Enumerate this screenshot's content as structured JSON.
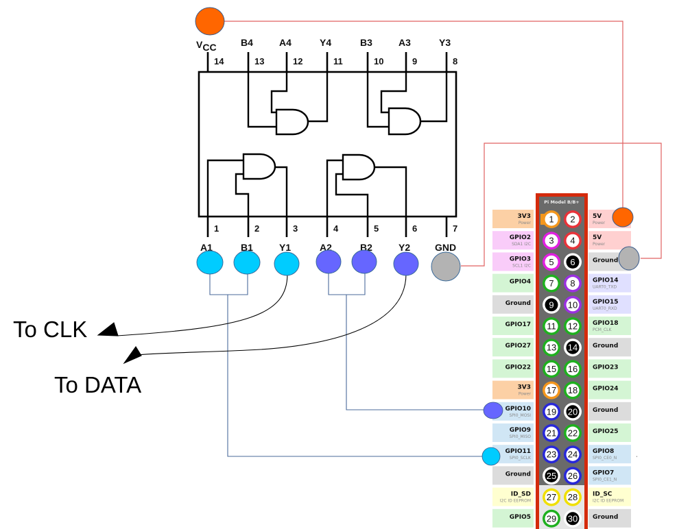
{
  "diagram": {
    "title": "74HC08 quad AND gate wired to Raspberry Pi GPIO header",
    "chip": {
      "top_pins": [
        {
          "number": "14",
          "label": "VCC"
        },
        {
          "number": "13",
          "label": "B4"
        },
        {
          "number": "12",
          "label": "A4"
        },
        {
          "number": "11",
          "label": "Y4"
        },
        {
          "number": "10",
          "label": "B3"
        },
        {
          "number": "9",
          "label": "A3"
        },
        {
          "number": "8",
          "label": "Y3"
        }
      ],
      "bottom_pins": [
        {
          "number": "1",
          "label": "A1",
          "node_color": "#00ccff"
        },
        {
          "number": "2",
          "label": "B1",
          "node_color": "#00ccff"
        },
        {
          "number": "3",
          "label": "Y1",
          "node_color": "#00ccff"
        },
        {
          "number": "4",
          "label": "A2",
          "node_color": "#6666ff"
        },
        {
          "number": "5",
          "label": "B2",
          "node_color": "#6666ff"
        },
        {
          "number": "6",
          "label": "Y2",
          "node_color": "#6666ff"
        },
        {
          "number": "7",
          "label": "GND",
          "node_color": "#b3b3b3"
        }
      ],
      "vcc_main": "V",
      "vcc_sub": "CC",
      "vcc_node_color": "#ff6600"
    },
    "outputs": {
      "clk_label": "To CLK",
      "data_label": "To DATA"
    },
    "wires": {
      "power_color": "#e06060",
      "signal_color": "#4a6a9a",
      "output_color": "#000000"
    },
    "header": {
      "model": "Pi Model B/B+",
      "border_color": "#d42a0c",
      "rows": [
        {
          "left": {
            "pin": "1",
            "name": "3V3",
            "sub": "Power",
            "bg": "#fcd0a5",
            "ring": "#f3961c"
          },
          "right": {
            "pin": "2",
            "name": "5V",
            "sub": "Power",
            "bg": "#ffd0d0",
            "ring": "#e8333a"
          }
        },
        {
          "left": {
            "pin": "3",
            "name": "GPIO2",
            "sub": "SDA1 I2C",
            "bg": "#f9ccf9",
            "ring": "#e020e0"
          },
          "right": {
            "pin": "4",
            "name": "5V",
            "sub": "Power",
            "bg": "#ffd0d0",
            "ring": "#e8333a"
          }
        },
        {
          "left": {
            "pin": "5",
            "name": "GPIO3",
            "sub": "SCL1 I2C",
            "bg": "#f9ccf9",
            "ring": "#e020e0"
          },
          "right": {
            "pin": "6",
            "name": "Ground",
            "sub": "",
            "bg": "#dcdcdc",
            "ring": "#ffffff",
            "dark": true
          }
        },
        {
          "left": {
            "pin": "7",
            "name": "GPIO4",
            "sub": "",
            "bg": "#d4f5d4",
            "ring": "#1fb01f"
          },
          "right": {
            "pin": "8",
            "name": "GPIO14",
            "sub": "UART0_TXD",
            "bg": "#e0e0ff",
            "ring": "#9a30e0"
          }
        },
        {
          "left": {
            "pin": "9",
            "name": "Ground",
            "sub": "",
            "bg": "#dcdcdc",
            "ring": "#ffffff",
            "dark": true
          },
          "right": {
            "pin": "10",
            "name": "GPIO15",
            "sub": "UART0_RXD",
            "bg": "#e0e0ff",
            "ring": "#9a30e0"
          }
        },
        {
          "left": {
            "pin": "11",
            "name": "GPIO17",
            "sub": "",
            "bg": "#d4f5d4",
            "ring": "#1fb01f"
          },
          "right": {
            "pin": "12",
            "name": "GPIO18",
            "sub": "PCM_CLK",
            "bg": "#d4f5d4",
            "ring": "#1fb01f"
          }
        },
        {
          "left": {
            "pin": "13",
            "name": "GPIO27",
            "sub": "",
            "bg": "#d4f5d4",
            "ring": "#1fb01f"
          },
          "right": {
            "pin": "14",
            "name": "Ground",
            "sub": "",
            "bg": "#dcdcdc",
            "ring": "#ffffff",
            "dark": true
          }
        },
        {
          "left": {
            "pin": "15",
            "name": "GPIO22",
            "sub": "",
            "bg": "#d4f5d4",
            "ring": "#1fb01f"
          },
          "right": {
            "pin": "16",
            "name": "GPIO23",
            "sub": "",
            "bg": "#d4f5d4",
            "ring": "#1fb01f"
          }
        },
        {
          "left": {
            "pin": "17",
            "name": "3V3",
            "sub": "Power",
            "bg": "#fcd0a5",
            "ring": "#f3961c"
          },
          "right": {
            "pin": "18",
            "name": "GPIO24",
            "sub": "",
            "bg": "#d4f5d4",
            "ring": "#1fb01f"
          }
        },
        {
          "left": {
            "pin": "19",
            "name": "GPIO10",
            "sub": "SPI0_MOSI",
            "bg": "#d0e6f5",
            "ring": "#2828d8"
          },
          "right": {
            "pin": "20",
            "name": "Ground",
            "sub": "",
            "bg": "#dcdcdc",
            "ring": "#ffffff",
            "dark": true
          }
        },
        {
          "left": {
            "pin": "21",
            "name": "GPIO9",
            "sub": "SPI0_MISO",
            "bg": "#d0e6f5",
            "ring": "#2828d8"
          },
          "right": {
            "pin": "22",
            "name": "GPIO25",
            "sub": "",
            "bg": "#d4f5d4",
            "ring": "#1fb01f"
          }
        },
        {
          "left": {
            "pin": "23",
            "name": "GPIO11",
            "sub": "SPI0_SCLK",
            "bg": "#d0e6f5",
            "ring": "#2828d8"
          },
          "right": {
            "pin": "24",
            "name": "GPIO8",
            "sub": "SPI0_CE0_N",
            "bg": "#d0e6f5",
            "ring": "#2828d8"
          }
        },
        {
          "left": {
            "pin": "25",
            "name": "Ground",
            "sub": "",
            "bg": "#dcdcdc",
            "ring": "#ffffff",
            "dark": true
          },
          "right": {
            "pin": "26",
            "name": "GPIO7",
            "sub": "SPI0_CE1_N",
            "bg": "#d0e6f5",
            "ring": "#2828d8"
          }
        },
        {
          "left": {
            "pin": "27",
            "name": "ID_SD",
            "sub": "I2C ID EEPROM",
            "bg": "#ffffd0",
            "ring": "#f0e000"
          },
          "right": {
            "pin": "28",
            "name": "ID_SC",
            "sub": "I2C ID EEPROM",
            "bg": "#ffffd0",
            "ring": "#f0e000"
          }
        },
        {
          "left": {
            "pin": "29",
            "name": "GPIO5",
            "sub": "",
            "bg": "#d4f5d4",
            "ring": "#1fb01f"
          },
          "right": {
            "pin": "30",
            "name": "Ground",
            "sub": "",
            "bg": "#dcdcdc",
            "ring": "#ffffff",
            "dark": true
          }
        }
      ]
    }
  }
}
